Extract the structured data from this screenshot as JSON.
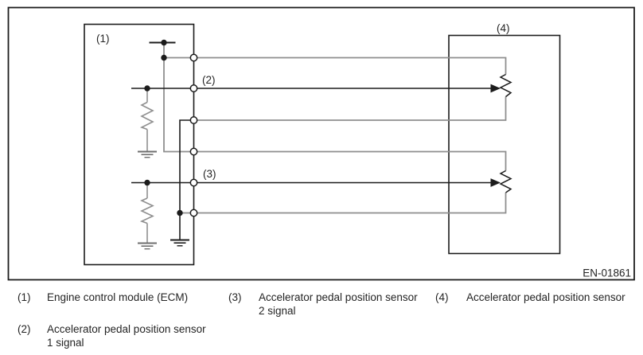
{
  "figure": {
    "code": "EN-01861",
    "callouts": {
      "c1": "(1)",
      "c2": "(2)",
      "c3": "(3)",
      "c4": "(4)"
    }
  },
  "legend": {
    "items": [
      {
        "number": "(1)",
        "line1": "Engine control module (ECM)",
        "line2": ""
      },
      {
        "number": "(2)",
        "line1": "Accelerator pedal position sensor",
        "line2": "1 signal"
      },
      {
        "number": "(3)",
        "line1": "Accelerator pedal position sensor",
        "line2": "2 signal"
      },
      {
        "number": "(4)",
        "line1": "Accelerator pedal position sensor",
        "line2": ""
      }
    ]
  },
  "colors": {
    "line_black": "#1c1c1c",
    "wire_gray": "#8f8f8f",
    "text": "#242424",
    "background": "#ffffff"
  }
}
